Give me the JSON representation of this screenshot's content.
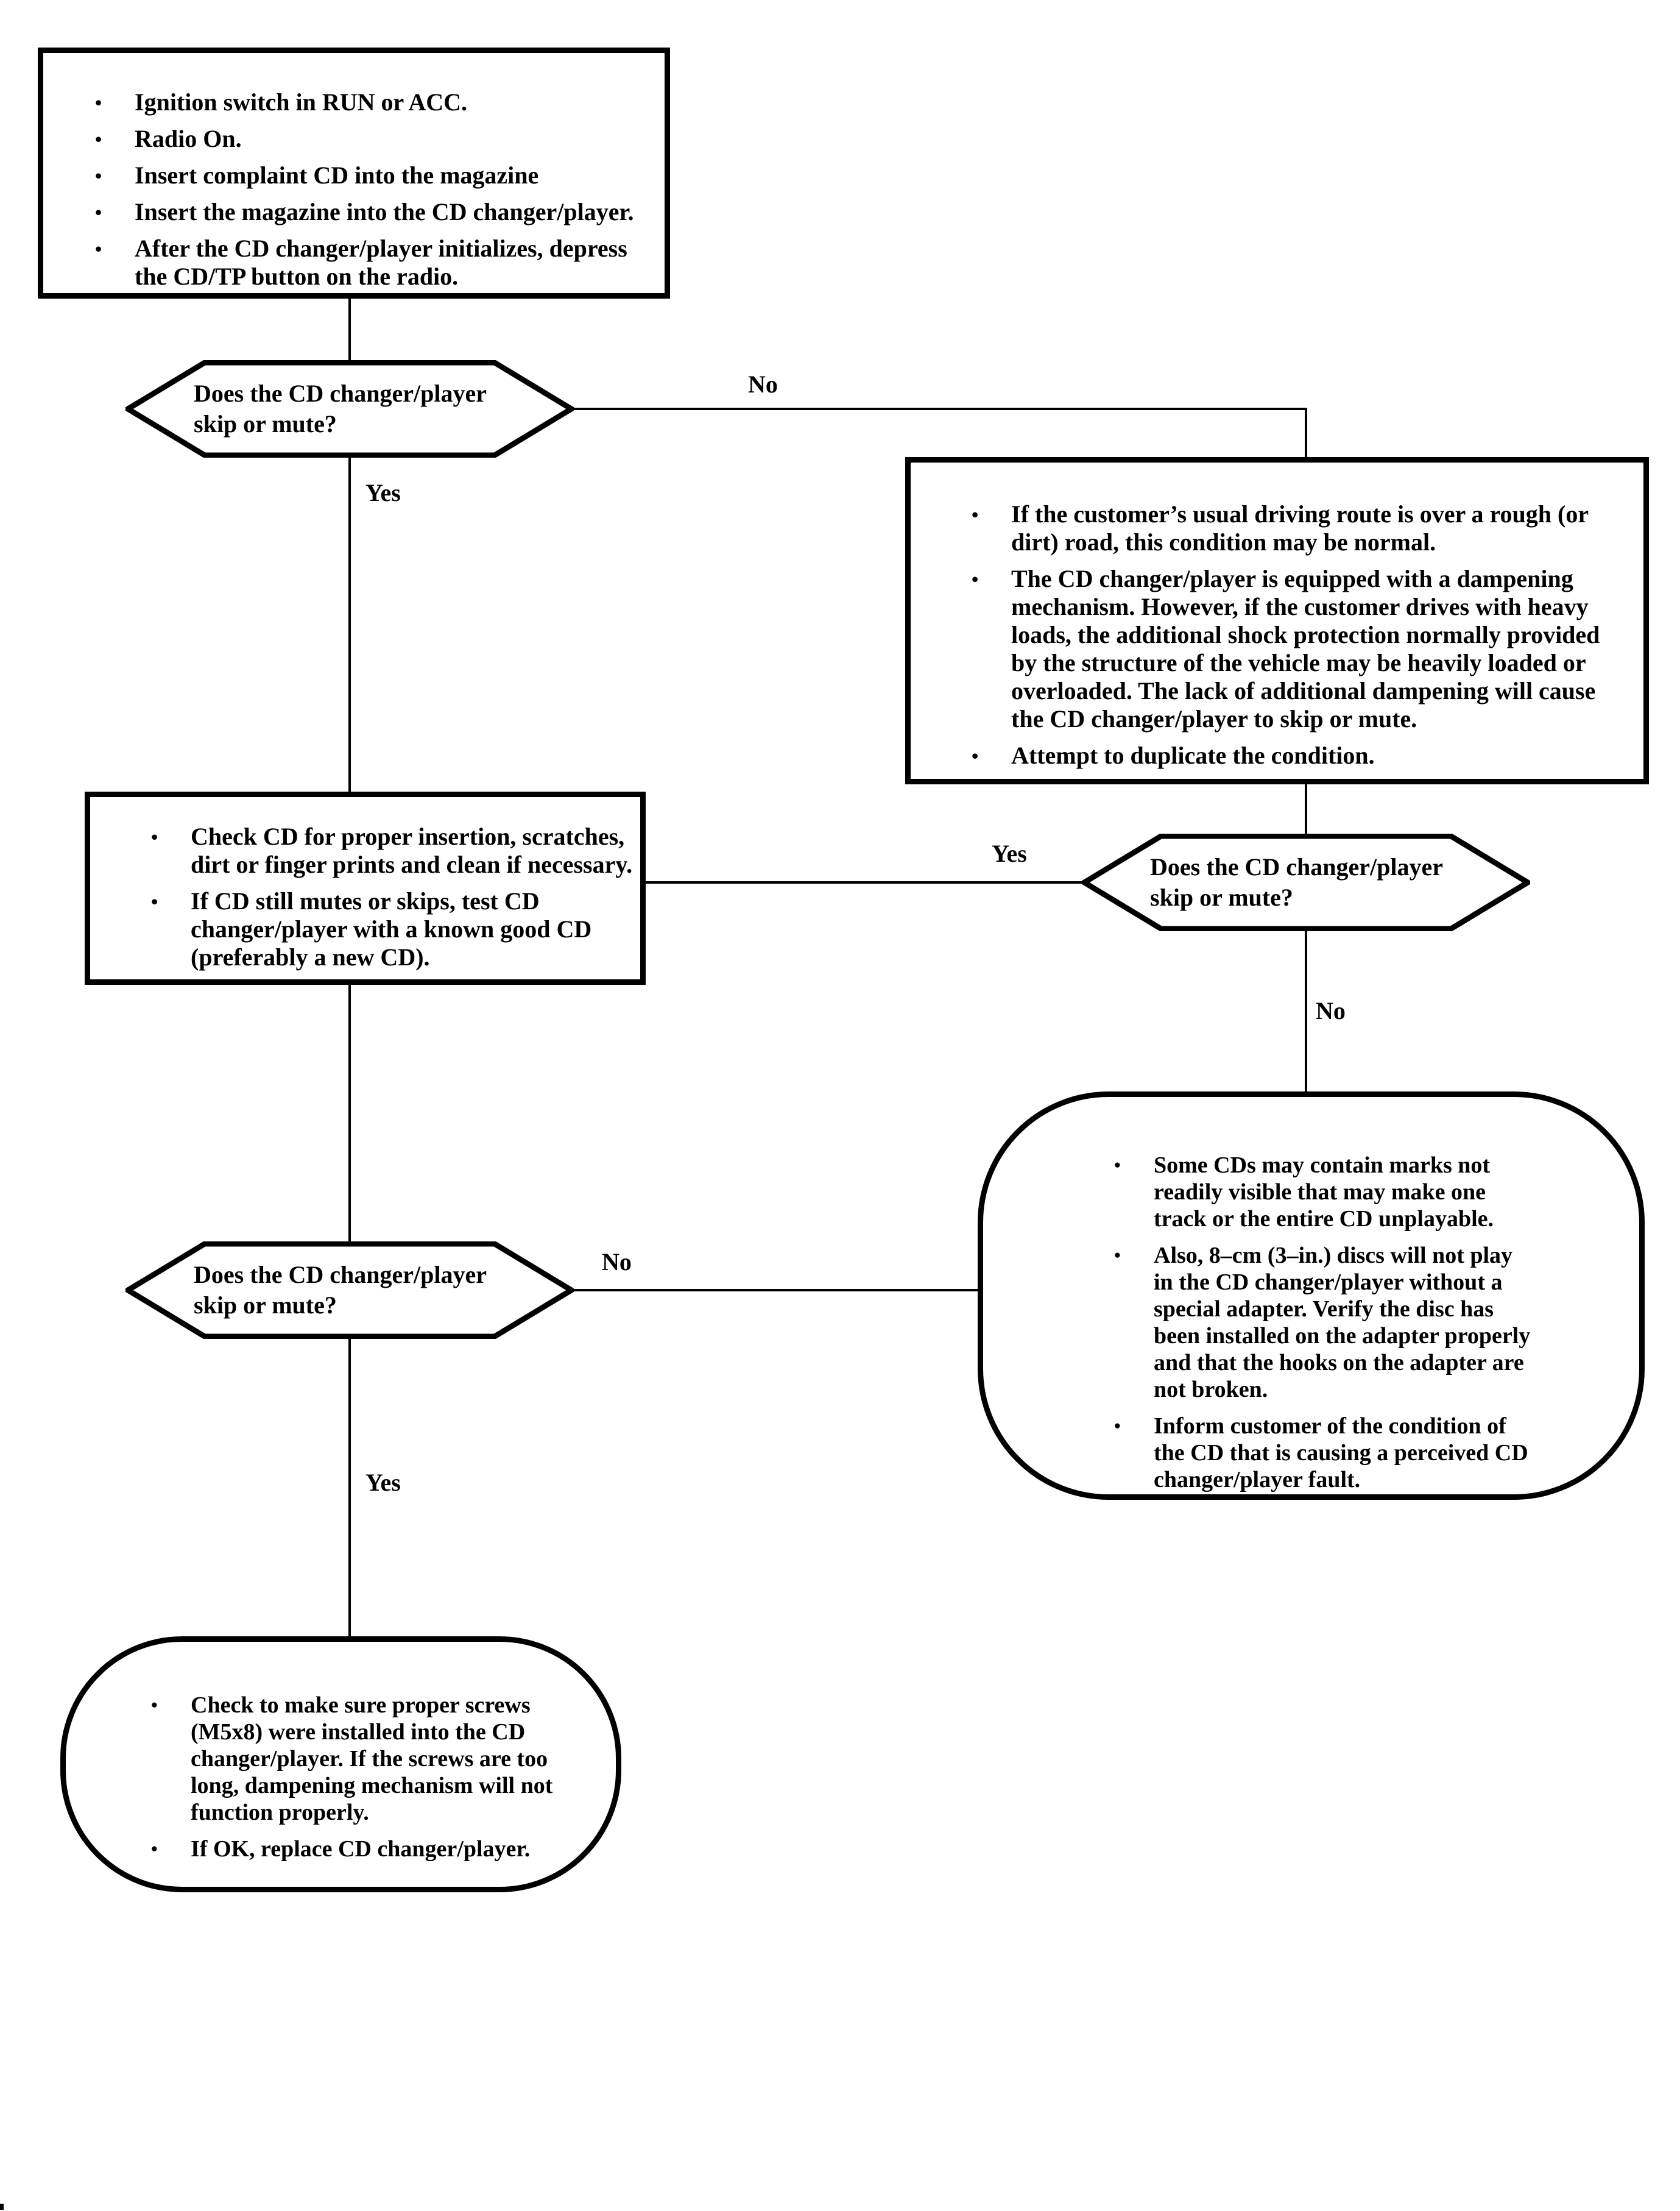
{
  "diagram": {
    "colors": {
      "ink": "#000000",
      "paper": "#ffffff"
    },
    "nodes": {
      "start_box": {
        "bullets": [
          "Ignition switch in RUN or ACC.",
          "Radio On.",
          "Insert complaint CD into the magazine",
          "Insert the magazine into the CD changer/player.",
          "After the CD changer/player initializes, depress the CD/TP button on the radio."
        ]
      },
      "no_skip_box": {
        "bullets": [
          "If the customer’s usual driving route is over a rough (or dirt) road, this condition may be normal.",
          "The CD changer/player is equipped with a dampening mechanism. However, if the customer drives with heavy loads, the additional shock protection normally provided by the structure of the vehicle may be heavily loaded or overloaded. The lack of additional dampening will cause the CD changer/player to skip or mute.",
          "Attempt to duplicate the condition."
        ]
      },
      "check_cd_box": {
        "bullets": [
          "Check CD for proper insertion, scratches, dirt or finger prints and clean if necessary.",
          "If CD still mutes or skips, test CD changer/player with a known good CD (preferably a new CD)."
        ]
      },
      "cd_marks_box": {
        "bullets": [
          "Some CDs may contain marks not readily visible that may make one track or the entire CD unplayable.",
          "Also, 8–cm (3–in.) discs will not play in the CD changer/player without a special adapter. Verify the disc has been installed on the adapter properly and that the hooks on the adapter are not broken.",
          "Inform customer of the condition of the CD that is causing a perceived CD changer/player fault."
        ]
      },
      "replace_box": {
        "bullets": [
          "Check to make sure proper screws (M5x8) were installed into the CD changer/player. If the screws are too long, dampening mechanism will not function properly.",
          "If OK, replace CD changer/player."
        ]
      }
    },
    "decisions": {
      "d1": "Does the CD changer/player skip or mute?",
      "d2": "Does the CD changer/player skip or mute?",
      "d3": "Does the CD changer/player skip or mute?"
    },
    "edge_labels": {
      "d1_yes": "Yes",
      "d1_no": "No",
      "d2_yes": "Yes",
      "d2_no": "No",
      "d3_yes": "Yes",
      "d3_no": "No"
    }
  }
}
